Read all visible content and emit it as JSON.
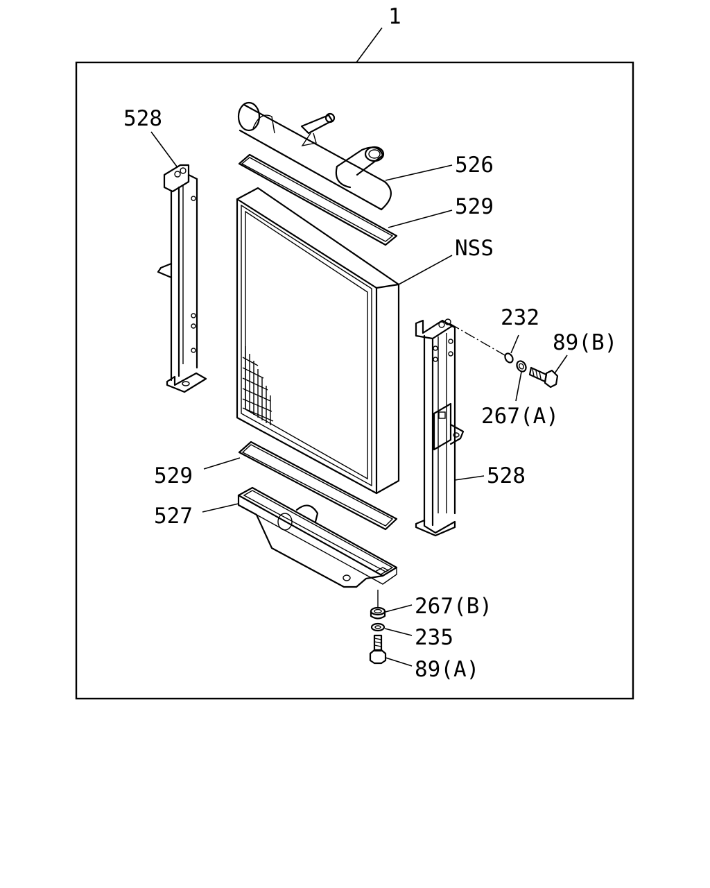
{
  "labels": {
    "assembly": "1",
    "bracket_left": "528",
    "upper_tank": "526",
    "seal_upper": "529",
    "core": "NSS",
    "washer_232": "232",
    "bolt_b": "89(B)",
    "collar_a": "267(A)",
    "bracket_right": "528",
    "seal_lower": "529",
    "lower_tank": "527",
    "collar_b": "267(B)",
    "washer_235": "235",
    "bolt_a": "89(A)"
  }
}
